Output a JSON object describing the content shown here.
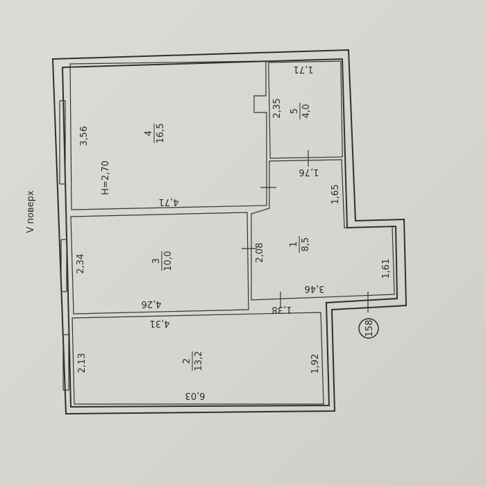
{
  "floor_label": "V поверх",
  "apartment_number": "158",
  "rooms": [
    {
      "number": "1",
      "area": "8,5"
    },
    {
      "number": "2",
      "area": "13,2"
    },
    {
      "number": "3",
      "area": "10,0"
    },
    {
      "number": "4",
      "area": "16,5"
    },
    {
      "number": "5",
      "area": "4,0"
    }
  ],
  "ceiling_height": "Н=2,70",
  "dimensions": {
    "room4_width": "3,56",
    "room4_length": "4,71",
    "room5_width": "2,35",
    "room5_length": "1,71",
    "corridor_top": "1,76",
    "corridor_side": "1,65",
    "corridor_width": "2,08",
    "corridor_length": "3,46",
    "corridor_end": "1,61",
    "room3_width": "2,34",
    "room3_length": "4,26",
    "room2_top": "4,31",
    "room2_width": "2,13",
    "room2_length": "6,03",
    "room2_side": "1,92",
    "door_width": "1,38"
  }
}
